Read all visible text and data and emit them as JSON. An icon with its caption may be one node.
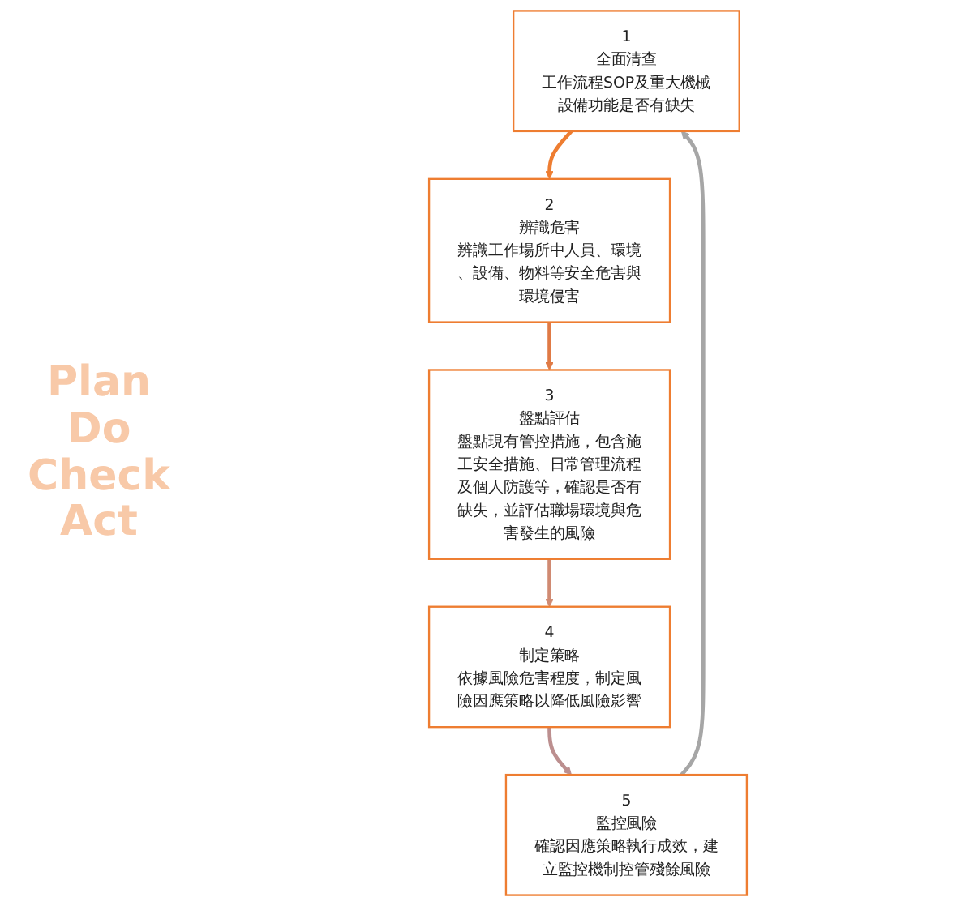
{
  "diagram": {
    "nodes": [
      {
        "text": [
          "1",
          "全面清查",
          "工作流程SOP及重大機械設備功能是否有缺失"
        ]
      },
      {
        "text": [
          "2",
          "辨識危害",
          "辨識工作場所中人員、環境、設備、物料等安全危害與環境侵害"
        ]
      },
      {
        "text": [
          "3",
          "盤點評估",
          "盤點現有管控措施，包含施工安全措施、日常管理流程及個人防護等，確認是否有缺失，並評估職場環境與危害發生的風險"
        ]
      },
      {
        "text": [
          "4",
          "制定策略",
          "依據風險危害程度，制定風險因應策略以降低風險影響"
        ]
      },
      {
        "text": [
          "5",
          "監控風險",
          "確認因應策略執行成效，建立監控機制控管殘餘風險"
        ]
      }
    ],
    "edges": [
      {
        "from": 4,
        "to": 0,
        "arrow": "to",
        "color": "#a6a6a6"
      },
      {
        "from": 0,
        "to": 1,
        "arrow": "to",
        "color": "#ee7d31"
      },
      {
        "from": 1,
        "to": 2,
        "arrow": "to",
        "color": "#e07a45"
      },
      {
        "from": 2,
        "to": 3,
        "arrow": "to",
        "color": "#d08a72"
      },
      {
        "from": 3,
        "to": 4,
        "arrow": "to",
        "color": "#bc8f8f"
      }
    ],
    "labels": [
      "Plan Do Check Act"
    ]
  }
}
